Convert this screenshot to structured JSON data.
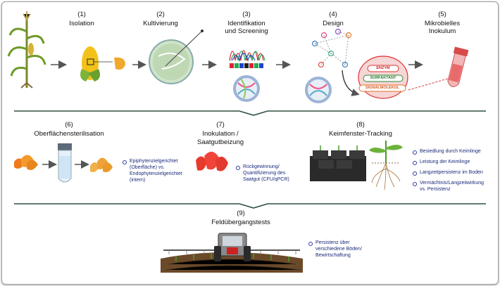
{
  "steps": {
    "s1": {
      "num": "(1)",
      "title": "Isolation"
    },
    "s2": {
      "num": "(2)",
      "title": "Kultivierung"
    },
    "s3": {
      "num": "(3)",
      "title1": "Identifikation",
      "title2": "und Screening"
    },
    "s4": {
      "num": "(4)",
      "title": "Design"
    },
    "s5": {
      "num": "(5)",
      "title1": "Mikrobielles",
      "title2": "Inokulum"
    },
    "s6": {
      "num": "(6)",
      "title": "Oberflächensterilisation"
    },
    "s7": {
      "num": "(7)",
      "title1": "Inokulation /",
      "title2": "Saatgutbeizung"
    },
    "s8": {
      "num": "(8)",
      "title": "Keimfenster-Tracking"
    },
    "s9": {
      "num": "(9)",
      "title": "Feldübergangstests"
    }
  },
  "design_labels": {
    "enzym": "ENZYM",
    "surfaktant": "SURFAKTANT",
    "signal": "SIGNALMOLEKÜL"
  },
  "notes": {
    "sterilisation": [
      "Epiphytenzielgerichtet",
      "(Oberfläche) vs.",
      "Endophytenzielgerichtet",
      "(intern)"
    ],
    "inokulation": [
      "Rückgewinnung/",
      "Quantifizierung des",
      "Saatgut (CFU/qPCR)"
    ],
    "tracking": [
      "Besiedlung durch Keimlinge",
      "Leistung der Keimlinge",
      "Langzeitpersistenz im Boden",
      "Vermächtnis/Langzeitwirkung",
      "vs. Persistenz"
    ],
    "feld": [
      "Persistenz über",
      "verschiedene Böden/",
      "Bewirtschaftung"
    ]
  }
}
